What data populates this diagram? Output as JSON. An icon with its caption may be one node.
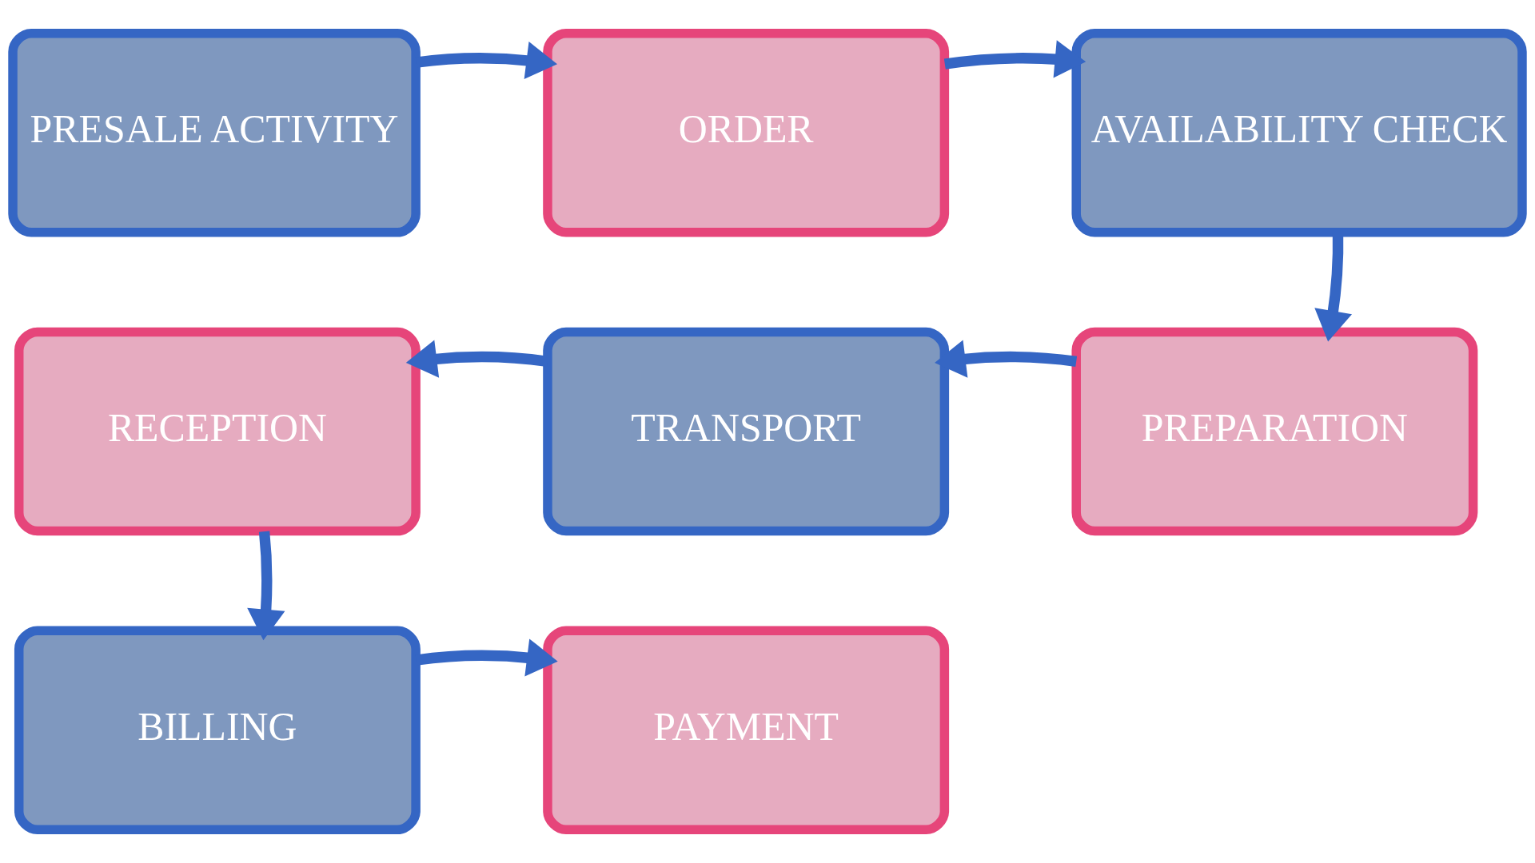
{
  "diagram": {
    "nodes": [
      {
        "text": [
          "PRESALE ACTIVITY"
        ]
      },
      {
        "text": [
          "ORDER"
        ]
      },
      {
        "text": [
          "AVAILABILITY CHECK"
        ]
      },
      {
        "text": [
          "PREPARATION"
        ]
      },
      {
        "text": [
          "TRANSPORT"
        ]
      },
      {
        "text": [
          "RECEPTION"
        ]
      },
      {
        "text": [
          "BILLING"
        ]
      },
      {
        "text": [
          "PAYMENT"
        ]
      }
    ],
    "edges": [
      {
        "from": 0,
        "to": 1,
        "arrow": "to"
      },
      {
        "from": 1,
        "to": 2,
        "arrow": "to"
      },
      {
        "from": 2,
        "to": 3,
        "arrow": "to"
      },
      {
        "from": 3,
        "to": 4,
        "arrow": "to"
      },
      {
        "from": 4,
        "to": 5,
        "arrow": "to"
      },
      {
        "from": 5,
        "to": 6,
        "arrow": "to"
      },
      {
        "from": 6,
        "to": 7,
        "arrow": "to"
      }
    ]
  }
}
